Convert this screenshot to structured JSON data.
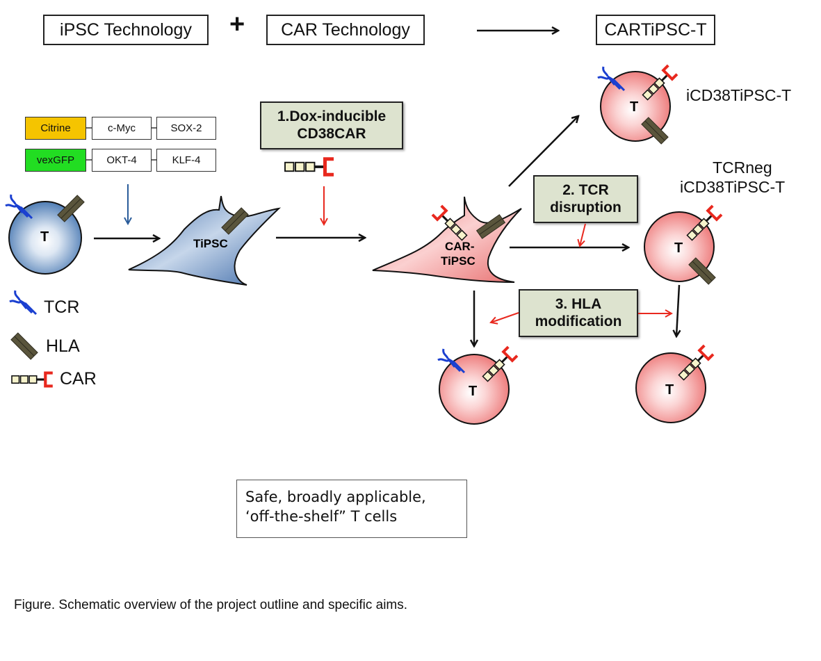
{
  "header": {
    "box1": "iPSC Technology",
    "plus": "+",
    "box2": "CAR Technology",
    "result": "CARTiPSC-T"
  },
  "genes": {
    "row1": [
      "Citrine",
      "c-Myc",
      "SOX-2"
    ],
    "row2": [
      "vexGFP",
      "OKT-4",
      "KLF-4"
    ],
    "colors": {
      "citrine": "#f5c400",
      "vexgfp": "#22dd22"
    }
  },
  "cells": {
    "t_cell": "T",
    "tipsc": "TiPSC",
    "car_tipsc_line1": "CAR-",
    "car_tipsc_line2": "TiPSC",
    "t_label": "T"
  },
  "aims": {
    "aim1": {
      "line1": "1.Dox-inducible",
      "line2": "CD38CAR"
    },
    "aim2": {
      "line1": "2. TCR",
      "line2": "disruption"
    },
    "aim3": {
      "line1": "3. HLA",
      "line2": "modification"
    }
  },
  "outputs": {
    "top": "iCD38TiPSC-T",
    "middle_line1": "TCRneg",
    "middle_line2": "iCD38TiPSC-T"
  },
  "legend": {
    "tcr": "TCR",
    "hla": "HLA",
    "car": "CAR"
  },
  "summary": {
    "line1": "Safe, broadly applicable,",
    "line2": "‘off-the-shelf” T cells"
  },
  "caption": "Figure. Schematic overview of the project outline and specific aims.",
  "colors": {
    "blue_cell": "#5a84b8",
    "pink_cell": "#f08a8a",
    "aim_box": "#dde3cf",
    "red_arrow": "#e8281e",
    "blue_arrow": "#2a5c9a",
    "car_red": "#e8281e",
    "tcr_blue": "#1a3fd0",
    "hla": "#4e4a36"
  }
}
